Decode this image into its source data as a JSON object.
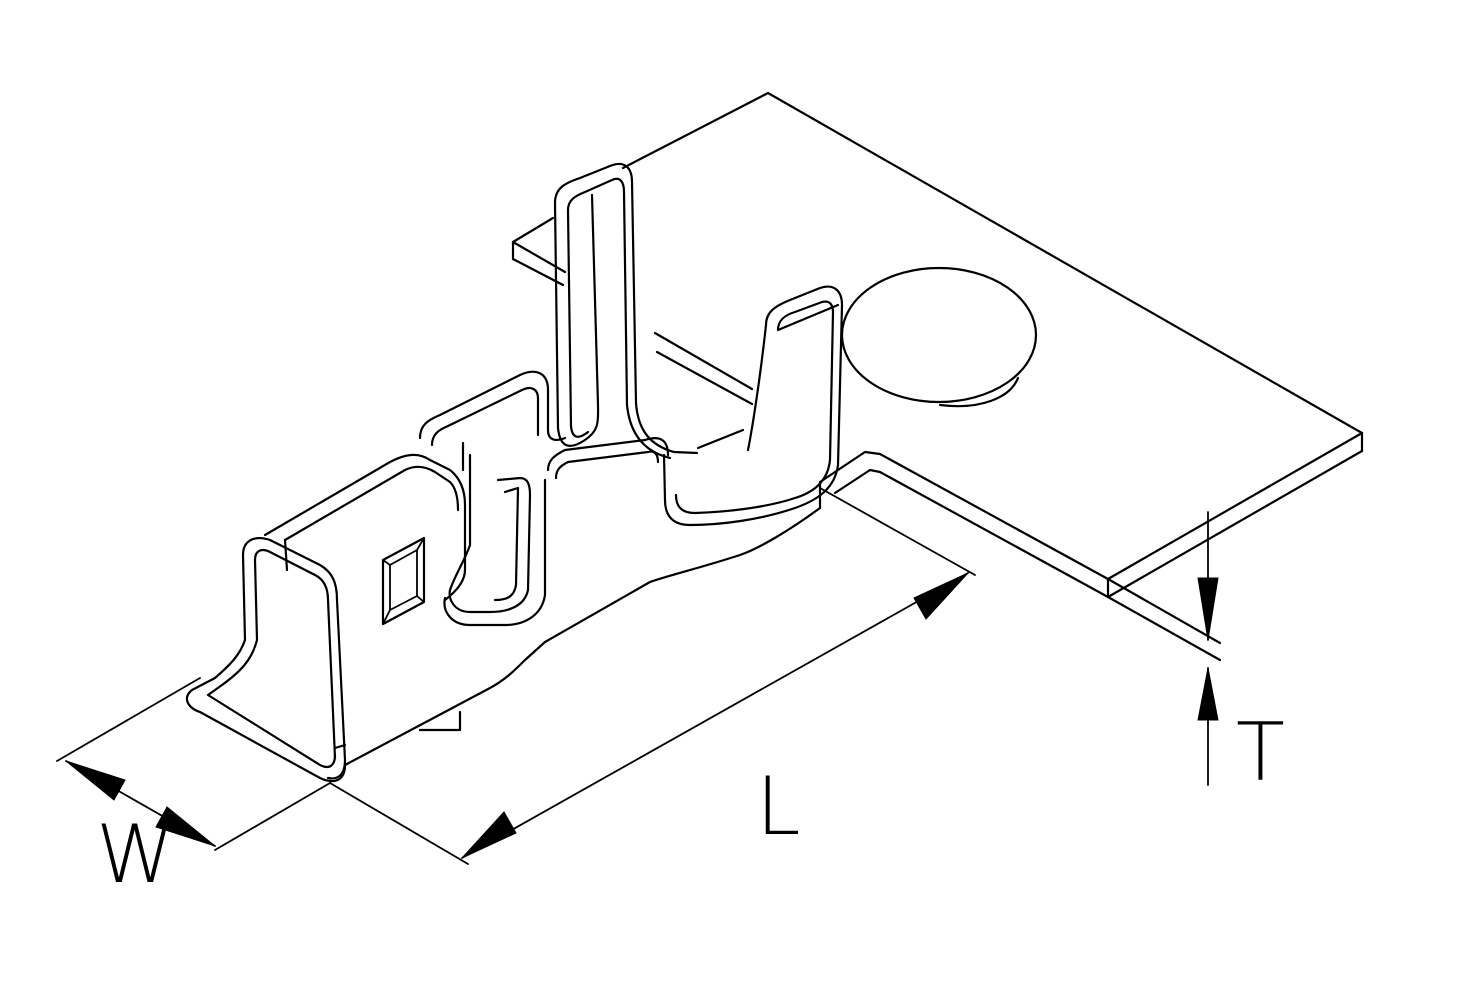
{
  "diagram": {
    "colors": {
      "line": "#000000",
      "background": "#ffffff"
    },
    "dimensions": {
      "width_label": "W",
      "length_label": "L",
      "thickness_label": "T"
    }
  }
}
